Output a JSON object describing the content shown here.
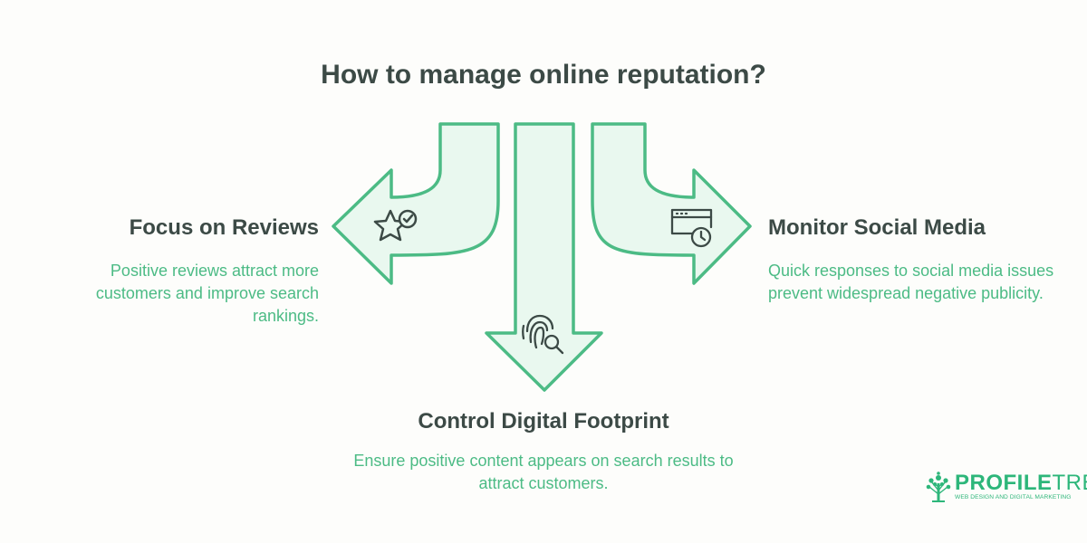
{
  "title": "How to manage online reputation?",
  "items": [
    {
      "heading": "Focus on Reviews",
      "description": "Positive reviews attract more customers and improve search rankings.",
      "icon": "star-check-icon"
    },
    {
      "heading": "Control Digital Footprint",
      "description": "Ensure positive content appears on search results to attract customers.",
      "icon": "fingerprint-search-icon"
    },
    {
      "heading": "Monitor Social Media",
      "description": "Quick responses to social media issues prevent widespread negative publicity.",
      "icon": "browser-clock-icon"
    }
  ],
  "logo": {
    "name_part1": "PROFILE",
    "name_part2": "TREE",
    "tagline": "WEB DESIGN AND DIGITAL MARKETING"
  },
  "colors": {
    "accent": "#4cbb85",
    "arrow_fill": "#e9f8ef",
    "text_dark": "#3c4a46",
    "logo_green": "#2db67a"
  }
}
